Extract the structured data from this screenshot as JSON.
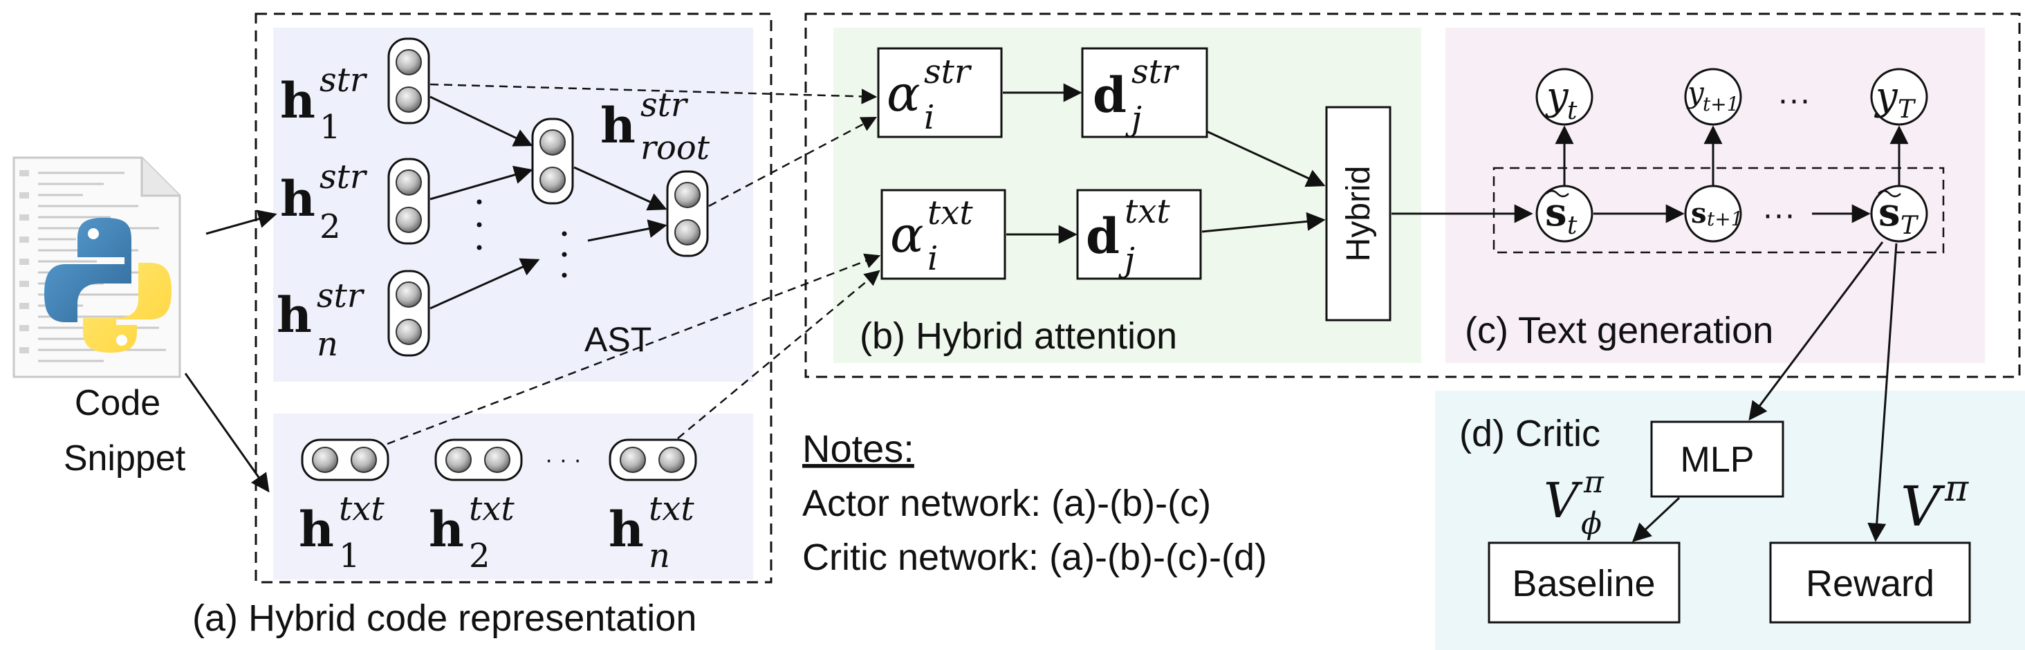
{
  "input": {
    "label_line1": "Code",
    "label_line2": "Snippet",
    "icon": "python-file-icon"
  },
  "section_a": {
    "caption": "(a) Hybrid code representation",
    "ast_label": "AST",
    "h_symbol": "h",
    "str_sup": "str",
    "txt_sup": "txt",
    "root_sub": "root",
    "sub_1": "1",
    "sub_2": "2",
    "sub_n": "n",
    "ellipsis": "· · ·"
  },
  "section_b": {
    "caption": "(b) Hybrid attention",
    "alpha": "α",
    "d": "d",
    "sub_i": "i",
    "sub_j": "j",
    "hybrid_label": "Hybrid"
  },
  "section_c": {
    "caption": "(c) Text generation",
    "y": "y",
    "s": "s",
    "sub_t": "t",
    "sub_t1": "t+1",
    "sub_T": "T",
    "ellipsis": "···"
  },
  "section_d": {
    "caption": "(d) Critic",
    "mlp": "MLP",
    "baseline": "Baseline",
    "reward": "Reward",
    "v": "V",
    "pi": "π",
    "phi": "ϕ"
  },
  "notes": {
    "title": "Notes:",
    "line1": "Actor network: (a)-(b)-(c)",
    "line2": "Critic network: (a)-(b)-(c)-(d)"
  },
  "colors": {
    "ast_bg": "#eef0fb",
    "txt_bg": "#f0f1fb",
    "attention_bg": "#eff8ec",
    "generation_bg": "#f7eef6",
    "critic_bg": "#ecf7fa"
  }
}
